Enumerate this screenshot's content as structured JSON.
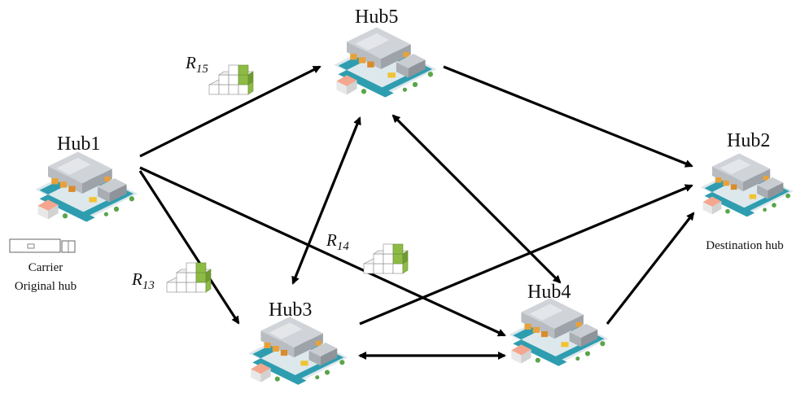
{
  "hubs": {
    "hub1": {
      "label": "Hub1"
    },
    "hub2": {
      "label": "Hub2"
    },
    "hub3": {
      "label": "Hub3"
    },
    "hub4": {
      "label": "Hub4"
    },
    "hub5": {
      "label": "Hub5"
    }
  },
  "routes": {
    "r15": {
      "letter": "R",
      "sub": "15"
    },
    "r14": {
      "letter": "R",
      "sub": "14"
    },
    "r13": {
      "letter": "R",
      "sub": "13"
    }
  },
  "captions": {
    "carrier": "Carrier",
    "original_hub": "Original hub",
    "destination_hub": "Destination hub"
  },
  "edges": [
    {
      "from": "Hub1",
      "to": "Hub5",
      "direction": "one-way"
    },
    {
      "from": "Hub1",
      "to": "Hub3",
      "direction": "one-way"
    },
    {
      "from": "Hub1",
      "to": "Hub4",
      "direction": "one-way"
    },
    {
      "from": "Hub5",
      "to": "Hub2",
      "direction": "one-way"
    },
    {
      "from": "Hub5",
      "to": "Hub3",
      "direction": "two-way"
    },
    {
      "from": "Hub5",
      "to": "Hub4",
      "direction": "two-way"
    },
    {
      "from": "Hub3",
      "to": "Hub4",
      "direction": "two-way"
    },
    {
      "from": "Hub3",
      "to": "Hub2",
      "direction": "one-way"
    },
    {
      "from": "Hub4",
      "to": "Hub2",
      "direction": "one-way"
    }
  ],
  "colors": {
    "box_green": "#8dbb44",
    "road_teal": "#2f9db0",
    "roof_gray": "#cfd2d6",
    "crate_orange": "#e8a13a"
  }
}
